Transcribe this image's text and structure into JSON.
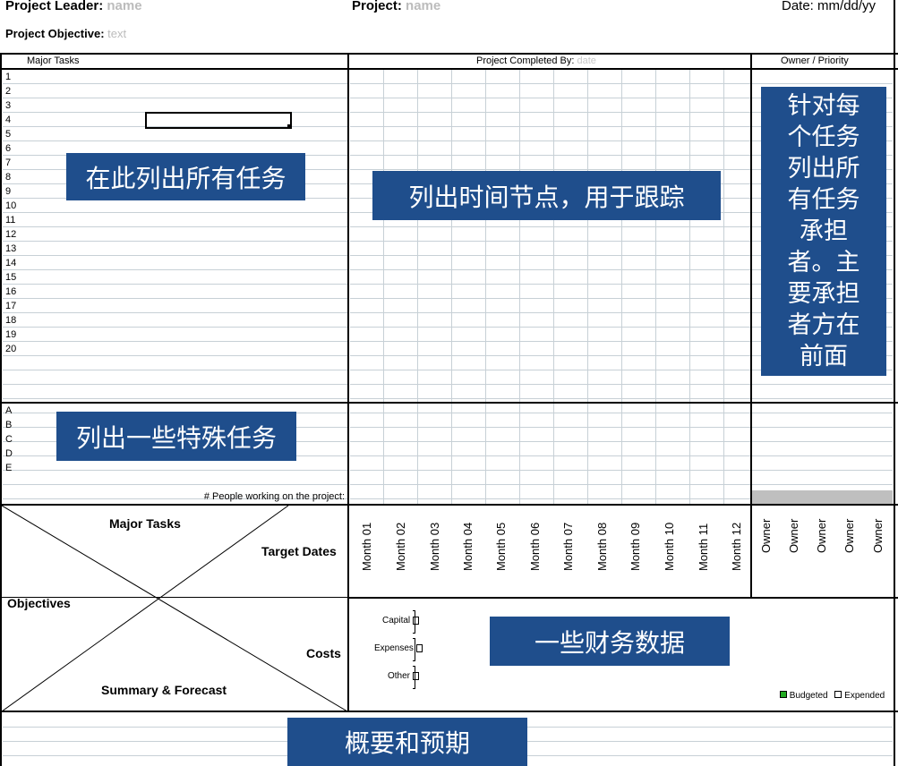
{
  "header": {
    "project_leader_label": "Project Leader:",
    "project_leader_value": "name",
    "project_label": "Project:",
    "project_value": "name",
    "date_label": "Date:",
    "date_value": "mm/dd/yy",
    "objective_label": "Project Objective:",
    "objective_value": "text"
  },
  "columns": {
    "major_tasks": "Major Tasks",
    "completed_by_label": "Project Completed By:",
    "completed_by_value": "date",
    "owner_priority": "Owner / Priority"
  },
  "task_numbers": [
    "1",
    "2",
    "3",
    "4",
    "5",
    "6",
    "7",
    "8",
    "9",
    "10",
    "11",
    "12",
    "13",
    "14",
    "15",
    "16",
    "17",
    "18",
    "19",
    "20"
  ],
  "special_tasks": [
    "A",
    "B",
    "C",
    "D",
    "E"
  ],
  "people_working": "# People working on the project:",
  "matrix": {
    "major_tasks": "Major Tasks",
    "target_dates": "Target Dates",
    "objectives": "Objectives",
    "costs": "Costs",
    "summary": "Summary & Forecast"
  },
  "months": [
    "Month 01",
    "Month 02",
    "Month 03",
    "Month 04",
    "Month 05",
    "Month 06",
    "Month 07",
    "Month 08",
    "Month 09",
    "Month 10",
    "Month 11",
    "Month 12"
  ],
  "owners": [
    "Owner",
    "Owner",
    "Owner",
    "Owner",
    "Owner"
  ],
  "finance": {
    "capital": "Capital",
    "expenses": "Expenses",
    "other": "Other",
    "legend_budgeted": "Budgeted",
    "legend_expended": "Expended",
    "legend_budgeted_color": "#22aa22"
  },
  "callouts": {
    "tasks": "在此列出所有任务",
    "timeline": "列出时间节点，用于跟踪",
    "owners": "针对每个任务列出所有任务承担者。主要承担者方在前面",
    "special": "列出一些特殊任务",
    "finance": "一些财务数据",
    "summary": "概要和预期"
  },
  "colors": {
    "callout_bg": "#1f4e8c",
    "grid": "#c7d0d6",
    "owner_bar": "#bfbfbf"
  }
}
